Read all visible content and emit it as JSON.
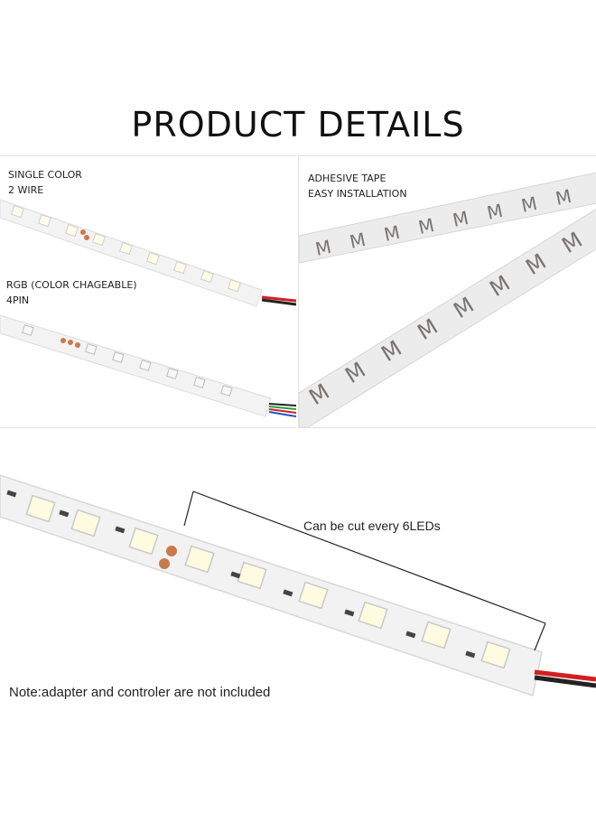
{
  "title": "PRODUCT DETAILS",
  "single_color": {
    "line1": "SINGLE COLOR",
    "line2": "2 WIRE"
  },
  "rgb": {
    "line1": "RGB (COLOR CHAGEABLE)",
    "line2": "4PIN"
  },
  "adhesive": {
    "line1": "ADHESIVE TAPE",
    "line2": "EASY INSTALLATION"
  },
  "cut_label": "Can be cut every 6LEDs",
  "note": "Note:adapter and controler are not included",
  "colors": {
    "strip": "#f2f2f2",
    "led": "#fffbe0",
    "pad": "#c97a4a",
    "tape_mark": "#7a7470",
    "wire_red": "#d21f1f"
  }
}
